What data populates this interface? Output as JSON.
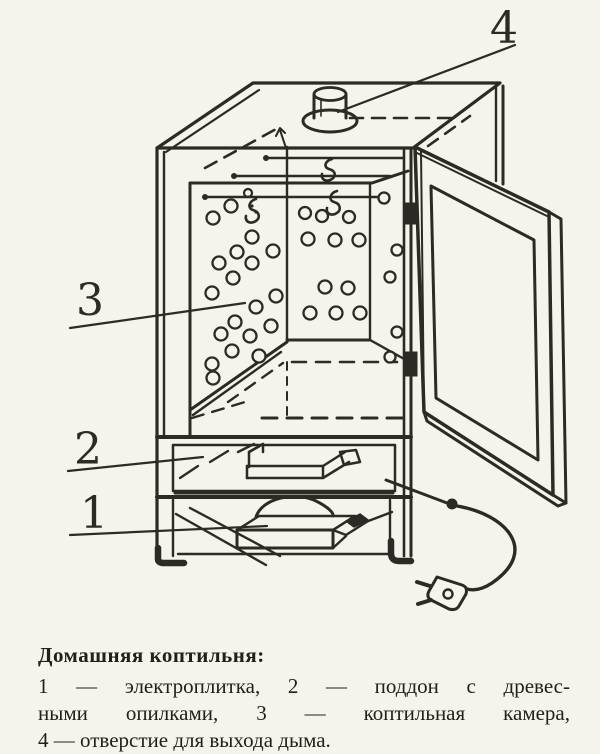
{
  "figure": {
    "callouts": {
      "hotplate": "1",
      "tray": "2",
      "chamber": "3",
      "smoke_hole": "4"
    }
  },
  "caption": {
    "title": "Домашняя коптильня:",
    "line1": "1 — электроплитка, 2 — поддон с древес-",
    "line2": "ными опилками, 3 — коптильная камера,",
    "line3": "4 — отверстие для выхода дыма."
  },
  "colors": {
    "paper": "#f5f3ec",
    "ink": "#2d2a25"
  }
}
